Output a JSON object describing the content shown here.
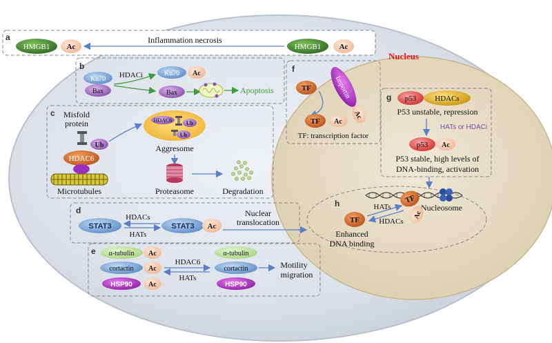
{
  "nucleus": {
    "title": "Nucleus",
    "title_color": "#e8171b"
  },
  "panel_a": {
    "label": "a",
    "left_protein": "HMGB1",
    "right_protein": "HMGB1",
    "ac": "Ac",
    "process": "Inflammation necrosis"
  },
  "panel_b": {
    "label": "b",
    "ku70": "Ku70",
    "bax": "Bax",
    "hdaci": "HDACi",
    "ac": "Ac",
    "apoptosis": "Apoptosis"
  },
  "panel_c": {
    "label": "c",
    "misfold": "Misfold",
    "protein": "protein",
    "ub": "Ub",
    "hdac6": "HDAC6",
    "microtubules": "Microtubules",
    "aggresome": "Aggresome",
    "proteasome": "Proteasome",
    "degradation": "Degradation"
  },
  "panel_d": {
    "label": "d",
    "stat3": "STAT3",
    "hdacs": "HDACs",
    "hats": "HATs",
    "ac": "Ac",
    "nuclear": "Nuclear",
    "translocation": "translocation"
  },
  "panel_e": {
    "label": "e",
    "tubulin": "α-tubulin",
    "cortactin": "cortactin",
    "hsp90": "HSP90",
    "hdac6": "HDAC6",
    "hats": "HATs",
    "ac": "Ac",
    "motility": "Motility",
    "migration": "migration"
  },
  "panel_f": {
    "label": "f",
    "tf": "TF",
    "importin": "Importin",
    "ac": "Ac",
    "caption": "TF: transcription factor"
  },
  "panel_g": {
    "label": "g",
    "p53": "p53",
    "hdacs": "HDACs",
    "unstable": "P53 unstable, repression",
    "hats_or_hdaci": "HATs or HDACi",
    "ac": "Ac",
    "stable_1": "P53 stable, high levels of",
    "stable_2": "DNA-binding, activation"
  },
  "panel_h": {
    "label": "h",
    "tf": "TF",
    "ac": "Ac",
    "hats": "HATs",
    "hdacs": "HDACs",
    "nucleosome": "Nucleosome",
    "enhanced_1": "Enhanced",
    "enhanced_2": "DNA binding"
  }
}
